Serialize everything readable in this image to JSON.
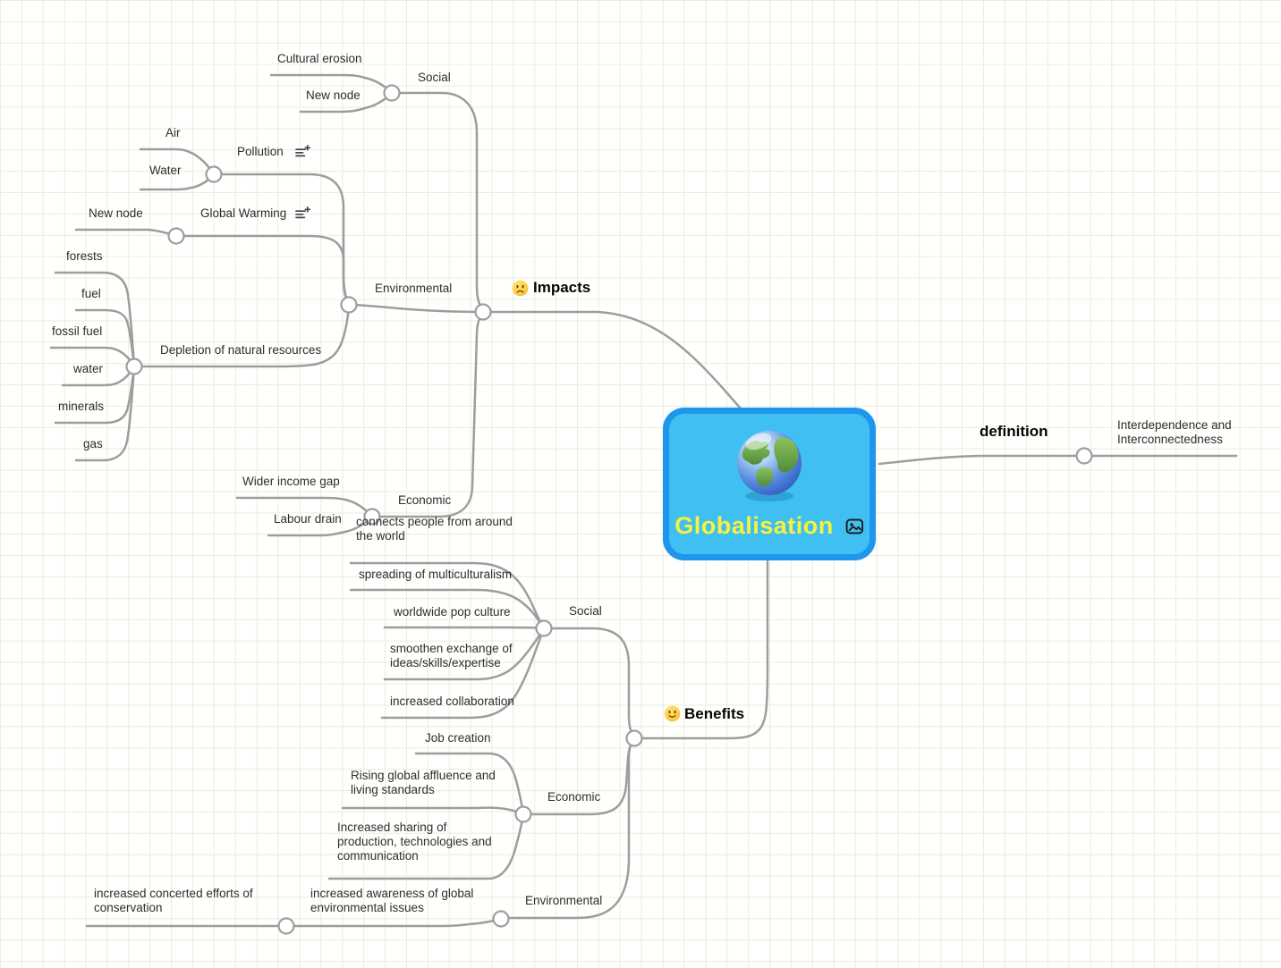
{
  "app": {
    "view": "mindmap-canvas"
  },
  "central": {
    "title": "Globalisation",
    "fill_color": "#3fbff2",
    "border_color": "#1e96ec",
    "title_color": "#f7f33c",
    "image_icon": "image-icon",
    "picture": "globe-image"
  },
  "definition": {
    "label": "definition",
    "children": [
      {
        "label": "Interdependence and Interconnectedness"
      }
    ]
  },
  "impacts": {
    "label": "Impacts",
    "emoji": "frowning-face-icon",
    "social": {
      "label": "Social",
      "children": [
        {
          "label": "Cultural erosion"
        },
        {
          "label": "New node"
        }
      ]
    },
    "environmental": {
      "label": "Environmental",
      "pollution": {
        "label": "Pollution",
        "icon": "notes-icon",
        "children": [
          {
            "label": "Air"
          },
          {
            "label": "Water"
          }
        ]
      },
      "global_warming": {
        "label": "Global Warming",
        "icon": "notes-icon",
        "children": [
          {
            "label": "New node"
          }
        ]
      },
      "depletion": {
        "label": "Depletion of natural resources",
        "children": [
          {
            "label": "forests"
          },
          {
            "label": "fuel"
          },
          {
            "label": "fossil fuel"
          },
          {
            "label": "water"
          },
          {
            "label": "minerals"
          },
          {
            "label": "gas"
          }
        ]
      }
    },
    "economic": {
      "label": "Economic",
      "children": [
        {
          "label": "Wider income gap"
        },
        {
          "label": "Labour drain"
        }
      ]
    }
  },
  "benefits": {
    "label": "Benefits",
    "emoji": "smiling-face-icon",
    "social": {
      "label": "Social",
      "children": [
        {
          "label": "connects people from around the world"
        },
        {
          "label": "spreading of multiculturalism"
        },
        {
          "label": "worldwide pop culture"
        },
        {
          "label": "smoothen exchange of ideas/skills/expertise"
        },
        {
          "label": "increased collaboration"
        }
      ]
    },
    "economic": {
      "label": "Economic",
      "children": [
        {
          "label": "Job creation"
        },
        {
          "label": "Rising global affluence and living standards"
        },
        {
          "label": "Increased sharing of production, technologies and communication"
        }
      ]
    },
    "environmental": {
      "label": "Environmental",
      "children": [
        {
          "label": "increased awareness of global environmental issues",
          "children": [
            {
              "label": "increased concerted efforts of conservation"
            }
          ]
        }
      ]
    }
  }
}
